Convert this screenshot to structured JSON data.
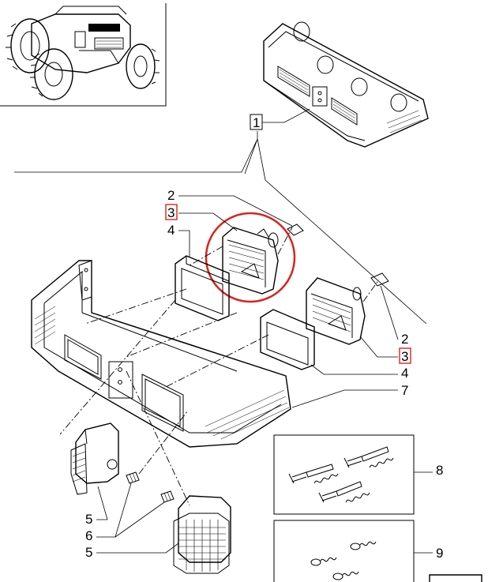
{
  "diagram": {
    "callouts": {
      "c1": "1",
      "c2a": "2",
      "c3a": "3",
      "c4a": "4",
      "c2b": "2",
      "c3b": "3",
      "c4b": "4",
      "c7": "7",
      "c8": "8",
      "c9": "9",
      "c5a": "5",
      "c6": "6",
      "c5b": "5"
    },
    "colors": {
      "line": "#000000",
      "highlight": "#d9241c",
      "background": "#ffffff"
    }
  }
}
